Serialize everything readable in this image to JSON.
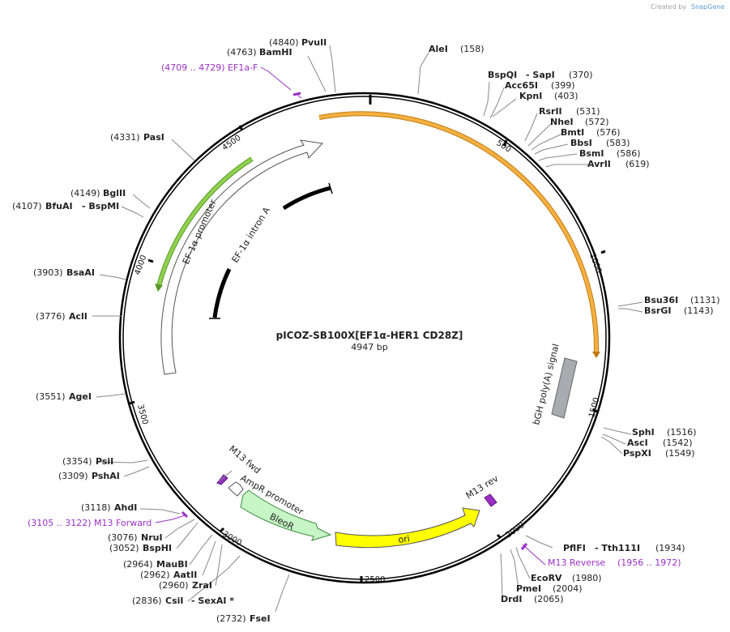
{
  "credit": {
    "created_by": "Created by",
    "brand": "SnapGene"
  },
  "plasmid": {
    "name": "pICOZ-SB100X[EF1α-HER1 CD28Z]",
    "length": "4947 bp"
  },
  "ticks": [
    "500",
    "1000",
    "1500",
    "2000",
    "2500",
    "3000",
    "3500",
    "4000",
    "4500"
  ],
  "features": {
    "ef1a_promoter": "EF-1α promoter",
    "ef1a_intron": "EF-1α intron A",
    "bgh": "bGH poly(A) signal",
    "m13fwd": "M13 fwd",
    "m13rev": "M13 rev",
    "ampr_promoter": "AmpR promoter",
    "bleor": "BleoR",
    "ori": "ori"
  },
  "sites": {
    "pvui": {
      "pos": "(4840)",
      "name": "PvuII"
    },
    "bamhi": {
      "pos": "(4763)",
      "name": "BamHI"
    },
    "ef1a_f": {
      "text": "(4709 .. 4729)  EF1a-F"
    },
    "alei": {
      "name": "AleI",
      "pos": "(158)"
    },
    "bspqi": {
      "name": "BspQI",
      "name2": "- SapI",
      "pos": "(370)"
    },
    "acc65i": {
      "name": "Acc65I",
      "pos": "(399)"
    },
    "kpni": {
      "name": "KpnI",
      "pos": "(403)"
    },
    "rsrii": {
      "name": "RsrII",
      "pos": "(531)"
    },
    "nhei": {
      "name": "NheI",
      "pos": "(572)"
    },
    "bmti": {
      "name": "BmtI",
      "pos": "(576)"
    },
    "bbsi": {
      "name": "BbsI",
      "pos": "(583)"
    },
    "bsmi": {
      "name": "BsmI",
      "pos": "(586)"
    },
    "avrii": {
      "name": "AvrII",
      "pos": "(619)"
    },
    "pasi": {
      "pos": "(4331)",
      "name": "PasI"
    },
    "bglii": {
      "pos": "(4149)",
      "name": "BglII"
    },
    "bfuai": {
      "pos": "(4107)",
      "name": "BfuAI",
      "name2": "- BspMI"
    },
    "bsaai": {
      "pos": "(3903)",
      "name": "BsaAI"
    },
    "acli": {
      "pos": "(3776)",
      "name": "AclI"
    },
    "bsu36i": {
      "name": "Bsu36I",
      "pos": "(1131)"
    },
    "bsrgi": {
      "name": "BsrGI",
      "pos": "(1143)"
    },
    "agei": {
      "pos": "(3551)",
      "name": "AgeI"
    },
    "sphi": {
      "name": "SphI",
      "pos": "(1516)"
    },
    "asci": {
      "name": "AscI",
      "pos": "(1542)"
    },
    "pspxi": {
      "name": "PspXI",
      "pos": "(1549)"
    },
    "psii": {
      "pos": "(3354)",
      "name": "PsiI"
    },
    "pshai": {
      "pos": "(3309)",
      "name": "PshAI"
    },
    "ahdi": {
      "pos": "(3118)",
      "name": "AhdI"
    },
    "m13fwd_site": {
      "text": "(3105 .. 3122)  M13 Forward"
    },
    "nrui": {
      "pos": "(3076)",
      "name": "NruI"
    },
    "bsphi": {
      "pos": "(3052)",
      "name": "BspHI"
    },
    "maubi": {
      "pos": "(2964)",
      "name": "MauBI"
    },
    "aatii": {
      "pos": "(2962)",
      "name": "AatII"
    },
    "zrai": {
      "pos": "(2960)",
      "name": "ZraI"
    },
    "csii": {
      "pos": "(2836)",
      "name": "CsiI",
      "name2": "- SexAI *"
    },
    "fsei": {
      "pos": "(2732)",
      "name": "FseI"
    },
    "pflfi": {
      "name": "PflFI",
      "name2": "- Tth111I",
      "pos": "(1934)"
    },
    "m13rev_site": {
      "text": "M13 Reverse",
      "pos": "(1956 .. 1972)"
    },
    "ecorv": {
      "name": "EcoRV",
      "pos": "(1980)"
    },
    "pmei": {
      "name": "PmeI",
      "pos": "(2004)"
    },
    "drdi": {
      "name": "DrdI",
      "pos": "(2065)"
    }
  },
  "colors": {
    "backbone": "#000000",
    "orf": "#f5b041",
    "promoter": "#8fd14f",
    "bgh": "#a9abb0",
    "bleor": "#c6f5c6",
    "ori": "#ffff00",
    "primer": "#9a2fc6"
  }
}
